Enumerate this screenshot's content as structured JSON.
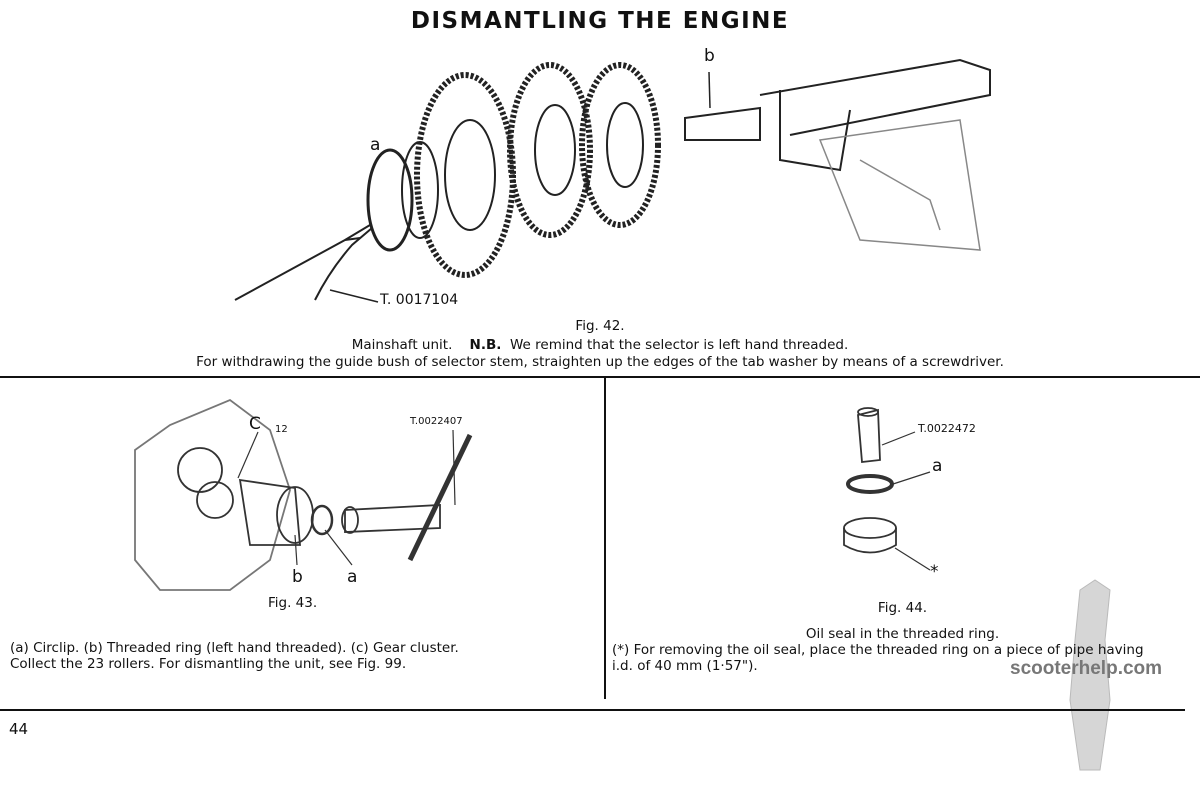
{
  "page": {
    "title": "DISMANTLING THE ENGINE",
    "page_number": "44",
    "watermark": "scooterhelp.com"
  },
  "fig42": {
    "labels": {
      "a": "a",
      "b": "b",
      "tool": "T. 0017104"
    },
    "number": "Fig. 42.",
    "caption_line1_a": "Mainshaft unit.",
    "caption_line1_nb": "N.B.",
    "caption_line1_b": "We remind that the selector is left hand threaded.",
    "caption_line2": "For withdrawing the guide bush of selector stem, straighten up the edges of the tab washer by means of a screwdriver."
  },
  "fig43": {
    "labels": {
      "c": "C",
      "c_num": "12",
      "tool": "T.0022407",
      "b": "b",
      "a": "a"
    },
    "number": "Fig. 43.",
    "caption_line1": "(a) Circlip.    (b) Threaded ring (left hand threaded).    (c) Gear cluster.",
    "caption_line2": "Collect the 23 rollers.  For dismantling the unit, see Fig. 99."
  },
  "fig44": {
    "labels": {
      "tool": "T.0022472",
      "a": "a",
      "asterisk": "*"
    },
    "number": "Fig. 44.",
    "caption_line1": "Oil seal in the threaded ring.",
    "caption_line2": "(*) For removing the oil seal, place the threaded ring on a piece of pipe having",
    "caption_line3": "i.d. of 40 mm (1·57\")."
  }
}
